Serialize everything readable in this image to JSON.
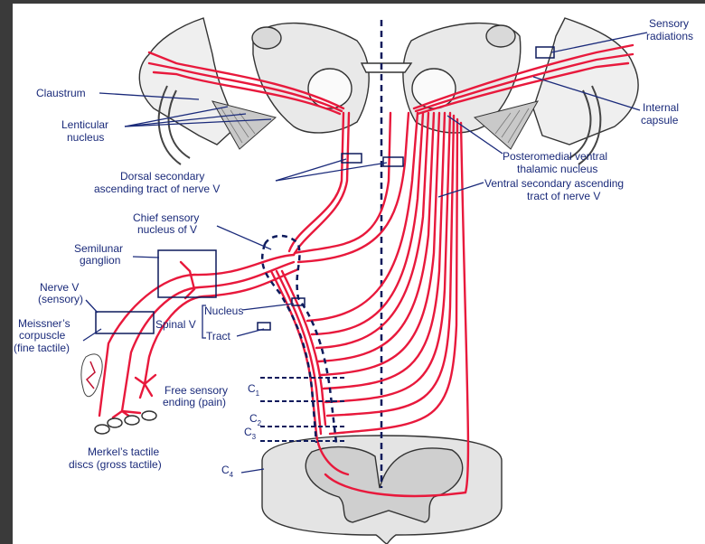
{
  "labels": {
    "sensory_radiations_1": "Sensory",
    "sensory_radiations_2": "radiations",
    "claustrum": "Claustrum",
    "internal_capsule_1": "Internal",
    "internal_capsule_2": "capsule",
    "lenticular_1": "Lenticular",
    "lenticular_2": "nucleus",
    "pmv_1": "Posteromedial ventral",
    "pmv_2": "thalamic nucleus",
    "dorsal_tract_1": "Dorsal secondary",
    "dorsal_tract_2": "ascending tract of nerve V",
    "ventral_tract_1": "Ventral secondary ascending",
    "ventral_tract_2": "tract of nerve V",
    "chief_sensory_1": "Chief sensory",
    "chief_sensory_2": "nucleus of V",
    "semilunar_1": "Semilunar",
    "semilunar_2": "ganglion",
    "nerve_v_1": "Nerve V",
    "nerve_v_2": "(sensory)",
    "meissner_1": "Meissner’s",
    "meissner_2": "corpuscle",
    "meissner_3": "(fine tactile)",
    "nucleus": "Nucleus",
    "spinal_v": "Spinal V",
    "tract": "Tract",
    "free_ending_1": "Free sensory",
    "free_ending_2": "ending (pain)",
    "c1": "C",
    "c1_sub": "1",
    "c2": "C",
    "c2_sub": "2",
    "c3": "C",
    "c3_sub": "3",
    "c4": "C",
    "c4_sub": "4",
    "merkel_1": "Merkel’s tactile",
    "merkel_2": "discs (gross tactile)"
  },
  "colors": {
    "pathway": "#e8193c",
    "label": "#1a2a7a",
    "leader": "#1a2a7a",
    "tissue": "#e6e6e6",
    "outline": "#333333",
    "background": "#3a3a3a"
  }
}
